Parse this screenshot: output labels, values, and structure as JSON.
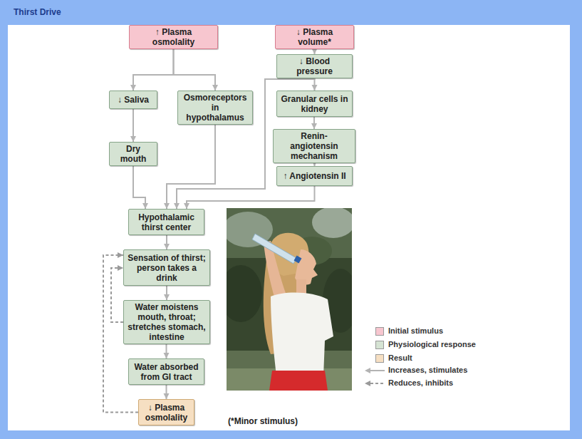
{
  "diagram": {
    "title": "Thirst Drive",
    "nodes": [
      {
        "text": [
          "↑ Plasma osmolality"
        ]
      },
      {
        "text": [
          "↓ Plasma volume*"
        ]
      },
      {
        "text": [
          "↓ Blood pressure"
        ]
      },
      {
        "text": [
          "↓ Saliva"
        ]
      },
      {
        "text": [
          "Osmoreceptors in hypothalamus"
        ]
      },
      {
        "text": [
          "Granular cells in kidney"
        ]
      },
      {
        "text": [
          "Renin-angiotensin mechanism"
        ]
      },
      {
        "text": [
          "Dry mouth"
        ]
      },
      {
        "text": [
          "↑ Angiotensin II"
        ]
      },
      {
        "text": [
          "Hypothalamic thirst center"
        ]
      },
      {
        "text": [
          "Sensation of thirst; person takes a drink"
        ]
      },
      {
        "text": [
          "Water moistens mouth, throat; stretches stomach, intestine"
        ]
      },
      {
        "text": [
          "Water absorbed from GI tract"
        ]
      },
      {
        "text": [
          "↓ Plasma osmolality"
        ]
      }
    ],
    "edges": [
      {
        "from": 0,
        "to": 3,
        "arrow": "to"
      },
      {
        "from": 0,
        "to": 4,
        "arrow": "to"
      },
      {
        "from": 1,
        "to": 2,
        "arrow": "to"
      },
      {
        "from": 2,
        "to": 5,
        "arrow": "to"
      },
      {
        "from": 2,
        "to": 9,
        "arrow": "to"
      },
      {
        "from": 3,
        "to": 7,
        "arrow": "to"
      },
      {
        "from": 5,
        "to": 6,
        "arrow": "to"
      },
      {
        "from": 6,
        "to": 8,
        "arrow": "to"
      },
      {
        "from": 7,
        "to": 9,
        "arrow": "to"
      },
      {
        "from": 4,
        "to": 9,
        "arrow": "to"
      },
      {
        "from": 8,
        "to": 9,
        "arrow": "to"
      },
      {
        "from": 9,
        "to": 10,
        "arrow": "to"
      },
      {
        "from": 10,
        "to": 11,
        "arrow": "to"
      },
      {
        "from": 11,
        "to": 12,
        "arrow": "to"
      },
      {
        "from": 12,
        "to": 13,
        "arrow": "to"
      },
      {
        "from": 11,
        "to": 10,
        "arrow": "to"
      },
      {
        "from": 13,
        "to": 10,
        "arrow": "to"
      }
    ],
    "labels": [
      "(*Minor stimulus)"
    ],
    "legend": [
      {
        "text": "Initial stimulus",
        "color": "#f7c6cf"
      },
      {
        "text": "Physiological response",
        "color": "#d5e3d3"
      },
      {
        "text": "Result",
        "color": "#f6dfc2"
      },
      {
        "text": "Increases, stimulates"
      },
      {
        "text": "Reduces, inhibits"
      }
    ]
  }
}
